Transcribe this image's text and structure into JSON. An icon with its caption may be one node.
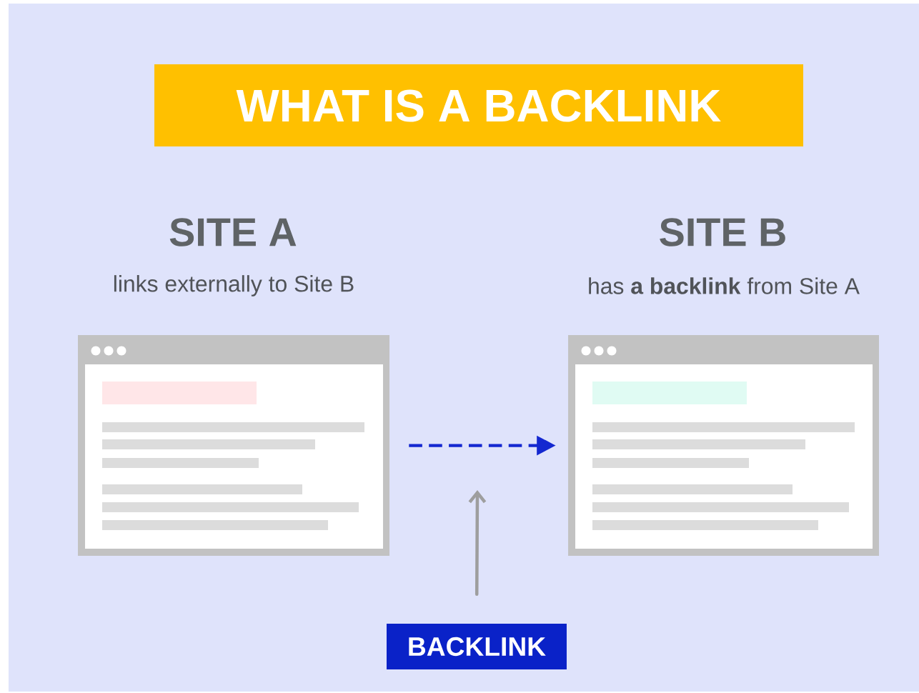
{
  "diagram": {
    "title": "WHAT IS A BACKLINK",
    "nodes": [
      {
        "text": [
          "SITE A",
          "links externally to Site B"
        ]
      },
      {
        "text": [
          "SITE B",
          "has **a backlink** from Site A"
        ]
      },
      {
        "text": [
          "BACKLINK"
        ]
      }
    ],
    "edges": [
      {
        "from": 0,
        "to": 1,
        "arrow": "to",
        "style": "dashed",
        "color": "#1428d0"
      },
      {
        "from": 2,
        "to": null,
        "arrow": "to",
        "color": "#9e9e9e"
      }
    ]
  }
}
